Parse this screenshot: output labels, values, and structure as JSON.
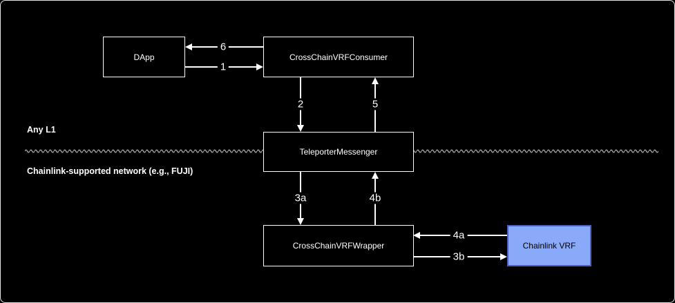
{
  "diagram": {
    "regions": {
      "top_label": "Any L1",
      "bottom_label": "Chainlink-supported network (e.g., FUJI)"
    },
    "nodes": {
      "dapp": "DApp",
      "consumer": "CrossChainVRFConsumer",
      "messenger": "TeleporterMessenger",
      "wrapper": "CrossChainVRFWrapper",
      "chainlink_vrf": "Chainlink VRF"
    },
    "edges": {
      "e1": {
        "label": "1",
        "from": "dapp",
        "to": "consumer",
        "direction": "right"
      },
      "e2": {
        "label": "2",
        "from": "consumer",
        "to": "messenger",
        "direction": "down"
      },
      "e3a": {
        "label": "3a",
        "from": "messenger",
        "to": "wrapper",
        "direction": "down"
      },
      "e3b": {
        "label": "3b",
        "from": "wrapper",
        "to": "chainlink_vrf",
        "direction": "right"
      },
      "e4a": {
        "label": "4a",
        "from": "chainlink_vrf",
        "to": "wrapper",
        "direction": "left"
      },
      "e4b": {
        "label": "4b",
        "from": "wrapper",
        "to": "messenger",
        "direction": "up"
      },
      "e5": {
        "label": "5",
        "from": "messenger",
        "to": "consumer",
        "direction": "up"
      },
      "e6": {
        "label": "6",
        "from": "consumer",
        "to": "dapp",
        "direction": "left"
      }
    },
    "colors": {
      "background": "#000000",
      "node_border": "#ffffff",
      "node_text": "#ffffff",
      "arrow": "#ffffff",
      "divider": "#9a9a9a",
      "chainlink_vrf_fill": "#88aaf8",
      "chainlink_vrf_border": "#4a5fc1",
      "chainlink_vrf_text": "#000000"
    }
  }
}
